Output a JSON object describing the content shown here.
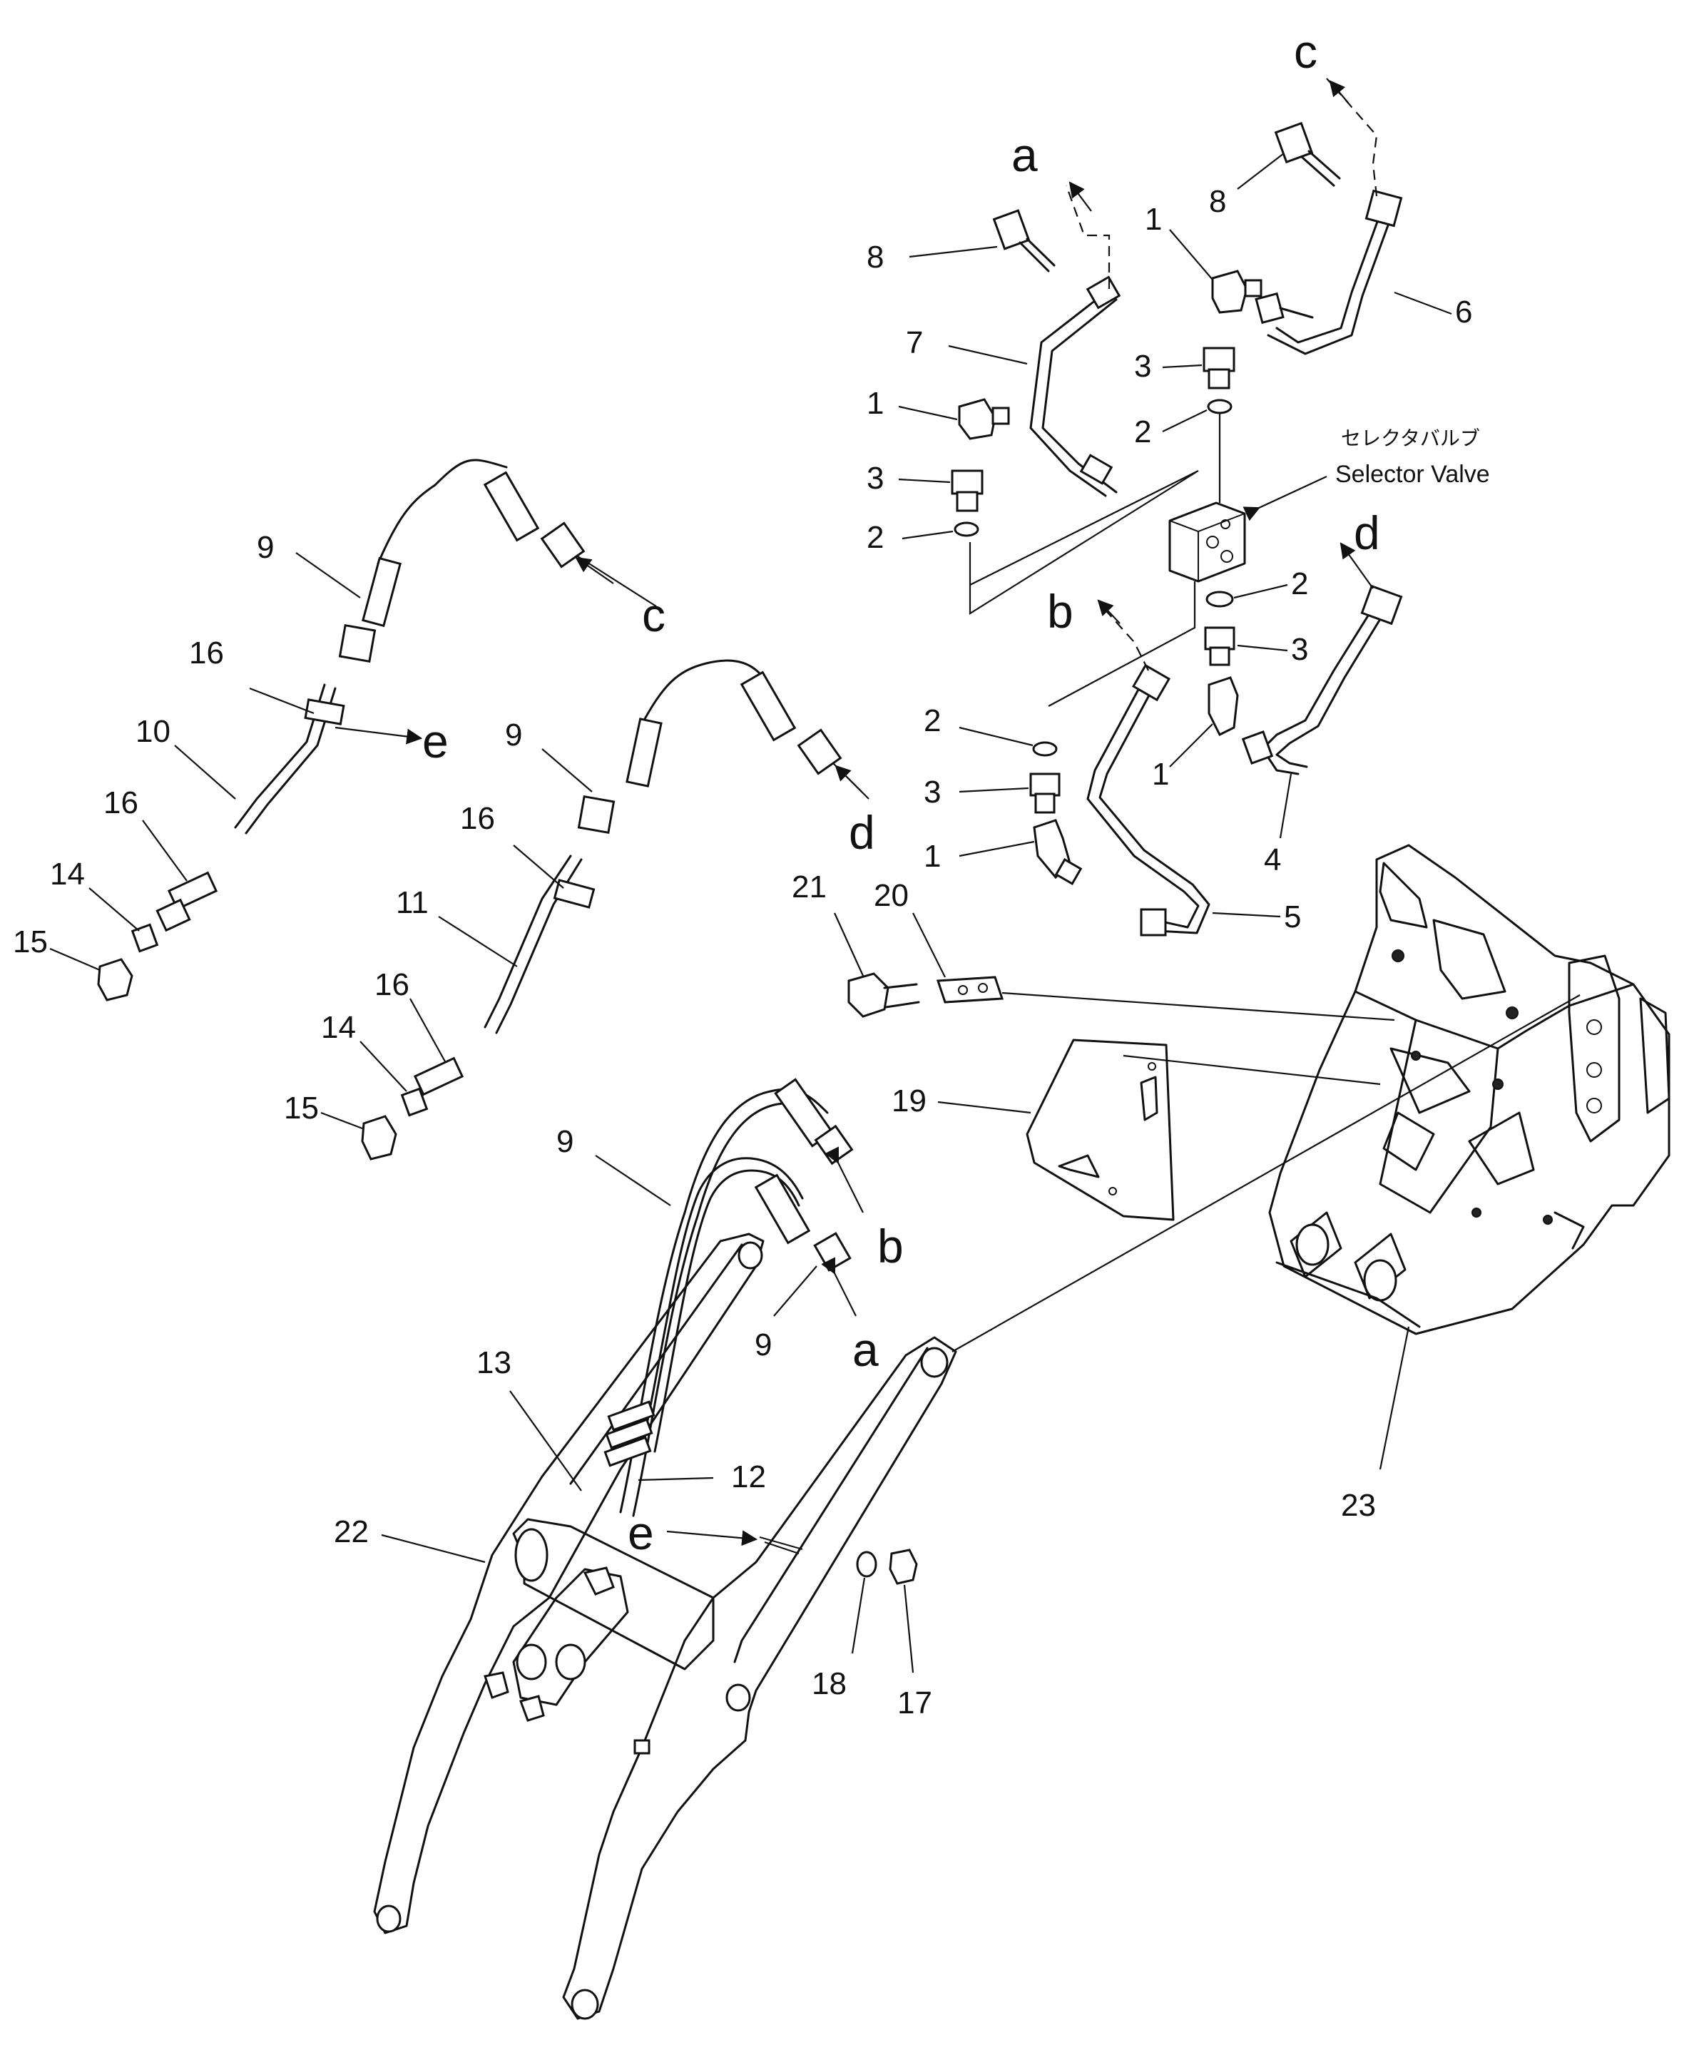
{
  "labels": {
    "p1": "1",
    "p2": "2",
    "p3": "3",
    "p4": "4",
    "p5": "5",
    "p6": "6",
    "p7": "7",
    "p8": "8",
    "p9": "9",
    "p10": "10",
    "p11": "11",
    "p12": "12",
    "p13": "13",
    "p14": "14",
    "p15": "15",
    "p16": "16",
    "p17": "17",
    "p18": "18",
    "p19": "19",
    "p20": "20",
    "p21": "21",
    "p22": "22",
    "p23": "23"
  },
  "connectors": {
    "a": "a",
    "b": "b",
    "c": "c",
    "d": "d",
    "e": "e"
  },
  "selector_valve": {
    "label_jp": "セレクタバルブ",
    "label_en": "Selector Valve"
  }
}
